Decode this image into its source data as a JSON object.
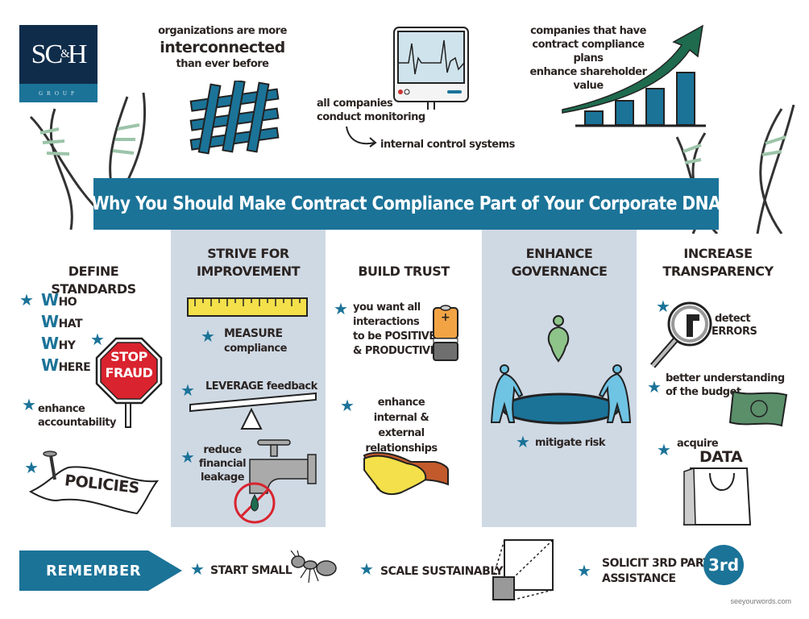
{
  "logo": {
    "main": "SC",
    "amp": "&",
    "end": "H",
    "sub": "GROUP"
  },
  "top": {
    "interconnected": {
      "line1": "organizations are more",
      "line2": "interconnected",
      "line3": "than ever before"
    },
    "monitoring": {
      "line1": "all companies",
      "line2": "conduct monitoring",
      "arrow_target": "internal control systems"
    },
    "shareholder": {
      "line1": "companies that have",
      "line2": "contract compliance plans",
      "line3": "enhance shareholder value"
    }
  },
  "title": "Why You Should Make Contract Compliance Part of Your Corporate DNA",
  "columns": [
    {
      "heading": "DEFINE STANDARDS",
      "w_list": [
        {
          "initial": "W",
          "rest": "HO"
        },
        {
          "initial": "W",
          "rest": "HAT"
        },
        {
          "initial": "W",
          "rest": "HY"
        },
        {
          "initial": "W",
          "rest": "HERE"
        }
      ],
      "stop_sign": {
        "line1": "STOP",
        "line2": "FRAUD"
      },
      "accountability": {
        "line1": "enhance",
        "line2": "accountability"
      },
      "policies": "POLICIES"
    },
    {
      "heading_line1": "STRIVE FOR",
      "heading_line2": "IMPROVEMENT",
      "measure": {
        "line1": "MEASURE",
        "line2": "compliance"
      },
      "leverage": "LEVERAGE feedback",
      "leakage": {
        "line1": "reduce",
        "line2": "financial",
        "line3": "leakage"
      }
    },
    {
      "heading": "BUILD TRUST",
      "interactions": {
        "line1": "you want all",
        "line2": "interactions",
        "line3": "to be POSITIVE",
        "line4": "& PRODUCTIVE"
      },
      "battery_sign": "+",
      "relationships": {
        "line1": "enhance",
        "line2": "internal & external",
        "line3": "relationships"
      }
    },
    {
      "heading_line1": "ENHANCE",
      "heading_line2": "GOVERNANCE",
      "risk": "mitigate risk"
    },
    {
      "heading_line1": "INCREASE",
      "heading_line2": "TRANSPARENCY",
      "errors": {
        "line1": "detect",
        "line2": "ERRORS"
      },
      "budget": {
        "line1": "better understanding",
        "line2": "of the budget"
      },
      "data": {
        "line1": "acquire",
        "line2": "DATA"
      }
    }
  ],
  "remember": {
    "label": "REMEMBER",
    "items": [
      "START SMALL",
      "SCALE SUSTAINABLY"
    ],
    "solicit": {
      "line1": "SOLICIT 3RD PARTY",
      "line2": "ASSISTANCE"
    },
    "badge": "3rd"
  },
  "credit": "seeyourwords.com",
  "colors": {
    "brand_teal": "#1b7398",
    "navy": "#0f2c4a",
    "shade": "#cfd9e4",
    "star": "#1b7398"
  }
}
